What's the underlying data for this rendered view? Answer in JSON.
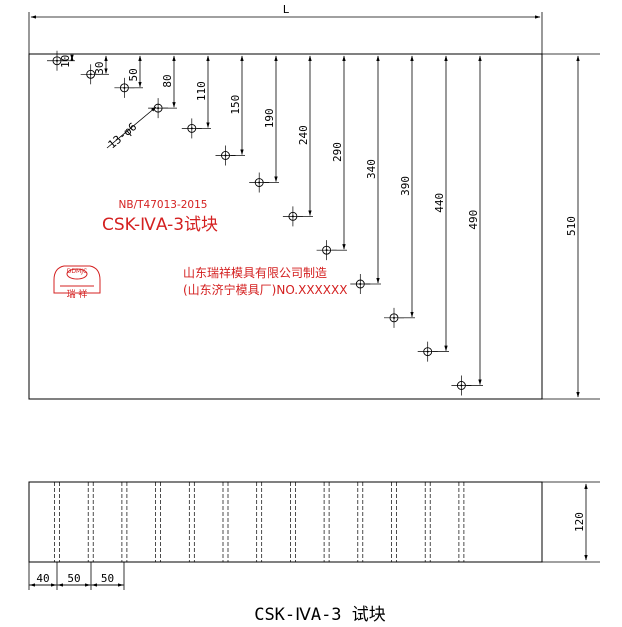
{
  "drawing": {
    "overall_length_label": "L",
    "standard_code": "NB/T47013-2015",
    "block_title": "CSK-ⅣA-3试块",
    "maker_line1": "山东瑞祥模具有限公司制造",
    "maker_line2": "(山东济宁模具厂)NO.XXXXXX",
    "hole_note": "13-φ6",
    "height_label": "510",
    "thickness_label": "120",
    "caption": "CSK-ⅣA-3 试块",
    "logo_top_text": "DDMJC",
    "logo_bottom_text": "瑞 祥"
  },
  "hole_depths": [
    {
      "label": "10",
      "depth": 10
    },
    {
      "label": "30",
      "depth": 30
    },
    {
      "label": "50",
      "depth": 50
    },
    {
      "label": "80",
      "depth": 80
    },
    {
      "label": "110",
      "depth": 110
    },
    {
      "label": "150",
      "depth": 150
    },
    {
      "label": "190",
      "depth": 190
    },
    {
      "label": "240",
      "depth": 240
    },
    {
      "label": "290",
      "depth": 290
    },
    {
      "label": "340",
      "depth": 340
    },
    {
      "label": "390",
      "depth": 390
    },
    {
      "label": "440",
      "depth": 440
    },
    {
      "label": "490",
      "depth": 490
    }
  ],
  "side_view_spacings": [
    "40",
    "50",
    "50"
  ],
  "colors": {
    "line": "#000000",
    "stamp_red": "#d42020"
  }
}
